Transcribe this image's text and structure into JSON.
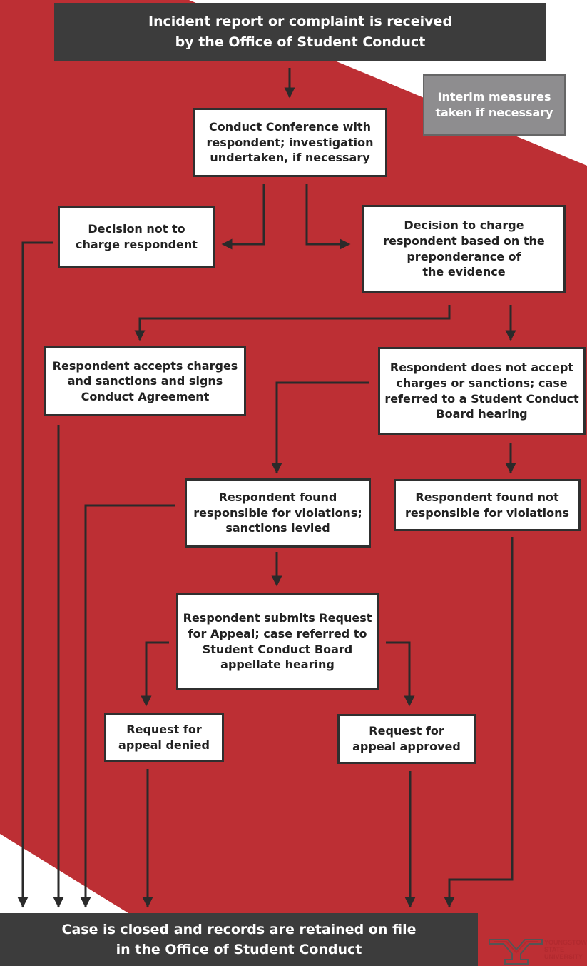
{
  "colors": {
    "red": "#bd2f34",
    "dark": "#3c3c3c",
    "gray": "#8e8d8f",
    "arrow": "#2a2a2a"
  },
  "nodes": {
    "received": "Incident report or complaint is received\nby the Office of Student Conduct",
    "interim": "Interim measures\ntaken if necessary",
    "conference": "Conduct Conference with\nrespondent; investigation\nundertaken, if necessary",
    "no_charge": "Decision not to\ncharge respondent",
    "charge": "Decision to charge\nrespondent based on the\npreponderance of\nthe evidence",
    "accepts": "Respondent accepts charges\nand sanctions and signs\nConduct Agreement",
    "not_accept": "Respondent does not accept\ncharges or sanctions; case\nreferred to a Student Conduct\nBoard hearing",
    "responsible": "Respondent found\nresponsible for violations;\nsanctions levied",
    "not_responsible": "Respondent found not\nresponsible for violations",
    "appeal_request": "Respondent submits Request\nfor Appeal; case referred to\nStudent Conduct Board\nappellate hearing",
    "denied": "Request for\nappeal denied",
    "approved": "Request for\nappeal approved",
    "closed": "Case is closed and records are retained on file\nin the Office of Student Conduct"
  },
  "logo": {
    "text": "YOUNGSTOWN\nSTATE\nUNIVERSITY",
    "icon": "ysu-logo-icon"
  }
}
